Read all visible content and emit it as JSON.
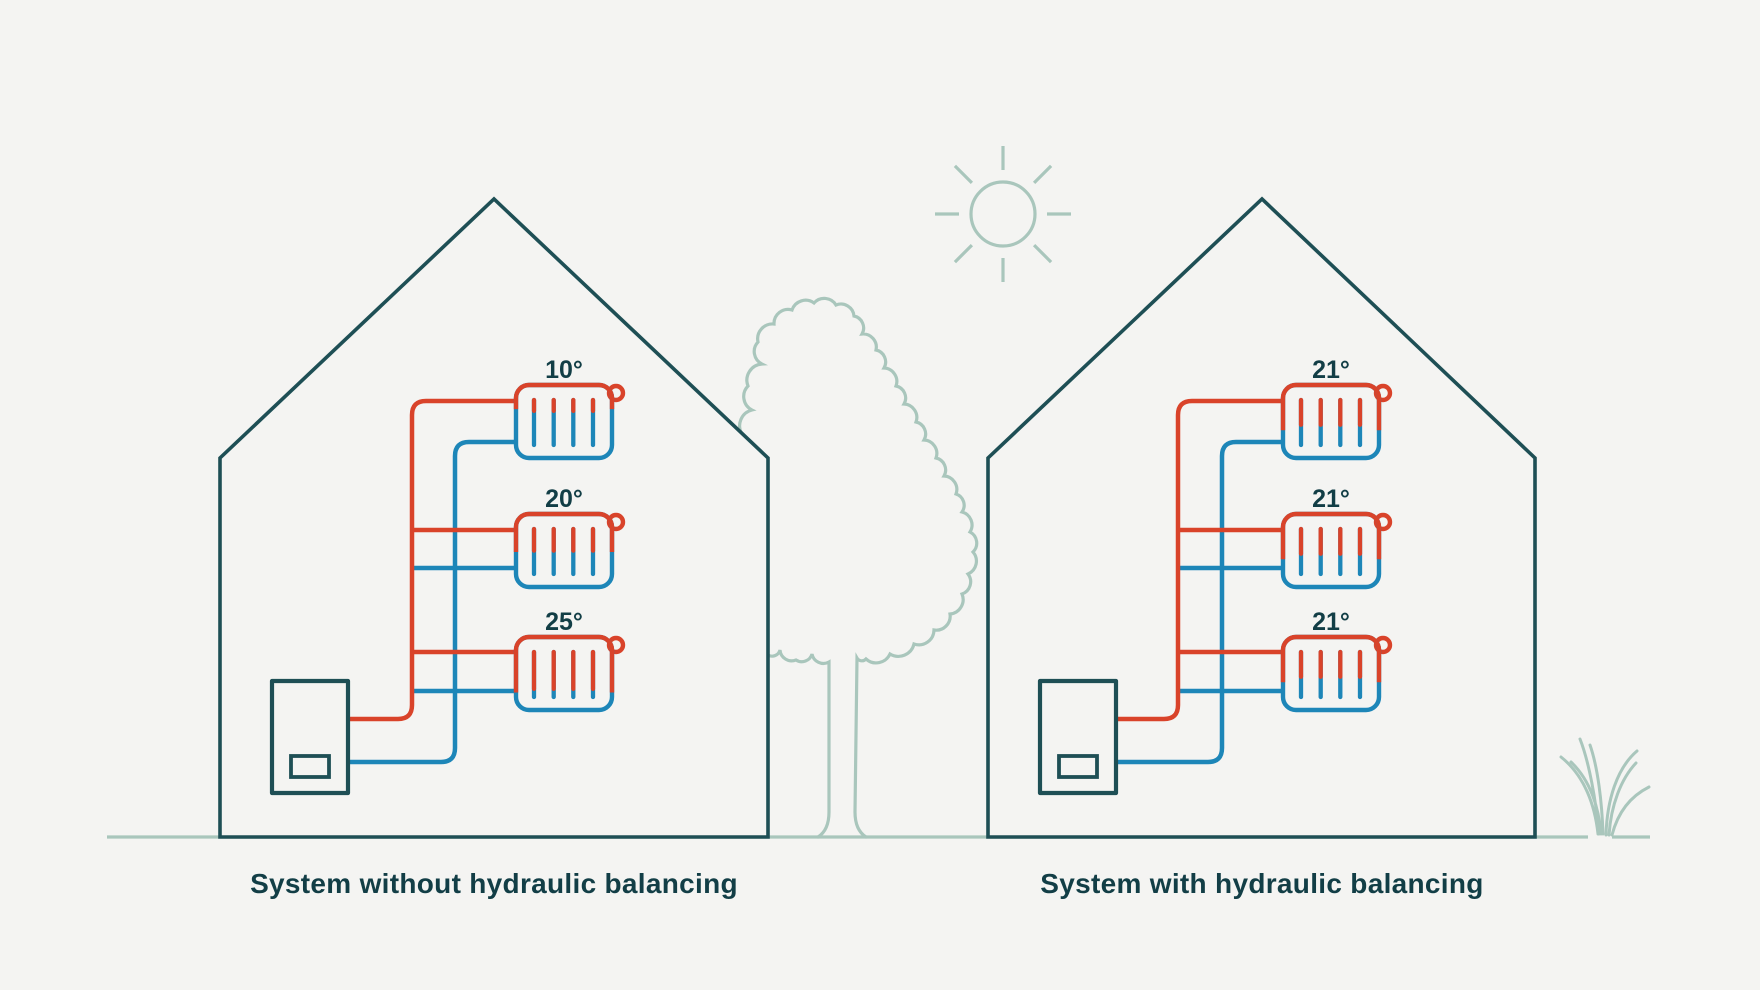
{
  "scene": {
    "colors": {
      "background": "#f4f4f2",
      "outline": "#1e4f55",
      "text": "#123e46",
      "hot": "#d9432a",
      "cold": "#1d86b8",
      "nature": "#a9c6bc"
    },
    "icons": [
      "sun-icon",
      "tree-icon",
      "grass-icon"
    ]
  },
  "houses": [
    {
      "name": "without-balancing",
      "caption": "System without hydraulic balancing",
      "radiators": [
        {
          "temp": "10°",
          "red_fraction": 0.33,
          "line_fraction": 0.24
        },
        {
          "temp": "20°",
          "red_fraction": 0.52,
          "line_fraction": 0.48
        },
        {
          "temp": "25°",
          "red_fraction": 0.76,
          "line_fraction": 0.82
        }
      ]
    },
    {
      "name": "with-balancing",
      "caption": "System with hydraulic balancing",
      "radiators": [
        {
          "temp": "21°",
          "red_fraction": 0.62,
          "line_fraction": 0.55
        },
        {
          "temp": "21°",
          "red_fraction": 0.62,
          "line_fraction": 0.55
        },
        {
          "temp": "21°",
          "red_fraction": 0.62,
          "line_fraction": 0.55
        }
      ]
    }
  ]
}
